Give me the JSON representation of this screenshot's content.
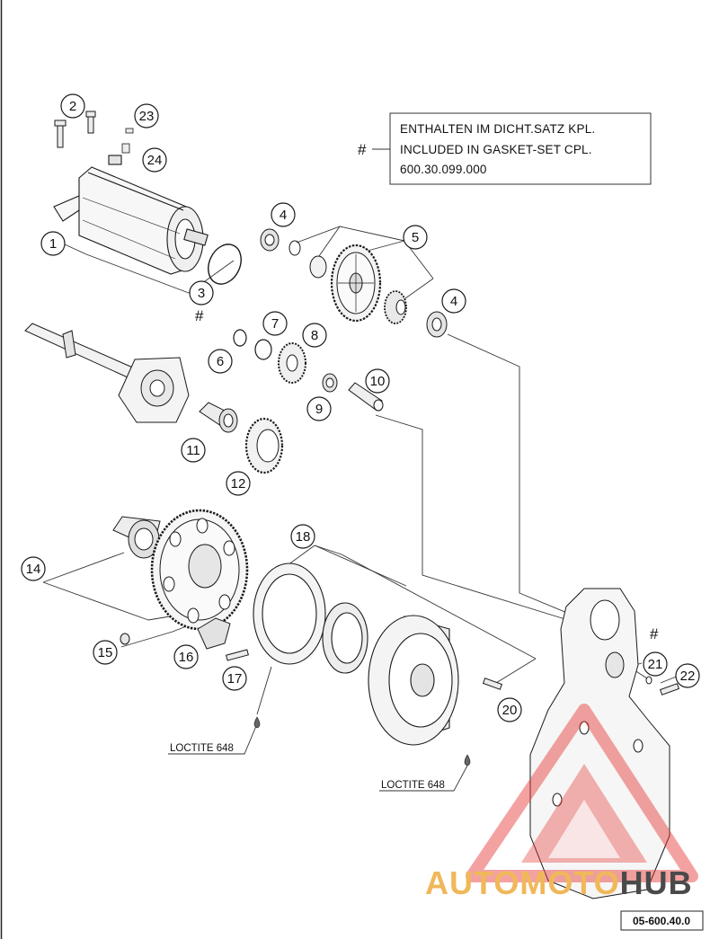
{
  "note": {
    "line1": "ENTHALTEN IM DICHT.SATZ KPL.",
    "line2": "INCLUDED IN GASKET-SET CPL.",
    "line3": "600.30.099.000",
    "marker": "#"
  },
  "callouts": {
    "c1": "1",
    "c2": "2",
    "c3": "3",
    "c4a": "4",
    "c4b": "4",
    "c5": "5",
    "c6": "6",
    "c7": "7",
    "c8": "8",
    "c9": "9",
    "c10": "10",
    "c11": "11",
    "c12": "12",
    "c14": "14",
    "c15": "15",
    "c16": "16",
    "c17": "17",
    "c18": "18",
    "c20": "20",
    "c21": "21",
    "c22": "22",
    "c23": "23",
    "c24": "24"
  },
  "hash_markers": {
    "m3": "#",
    "m21": "#"
  },
  "loctite": {
    "label1": "LOCTITE 648",
    "label2": "LOCTITE 648"
  },
  "reference": "05-600.40.0",
  "watermark": {
    "part1": "AUTOMOTO",
    "part2": "HUB",
    "color_accent": "#f0b85a",
    "color_dark": "#4a4a4a",
    "color_triangle": "#e53935"
  },
  "colors": {
    "line": "#1a1a1a",
    "fill_light": "#f7f7f7",
    "fill_mid": "#e4e4e4"
  }
}
